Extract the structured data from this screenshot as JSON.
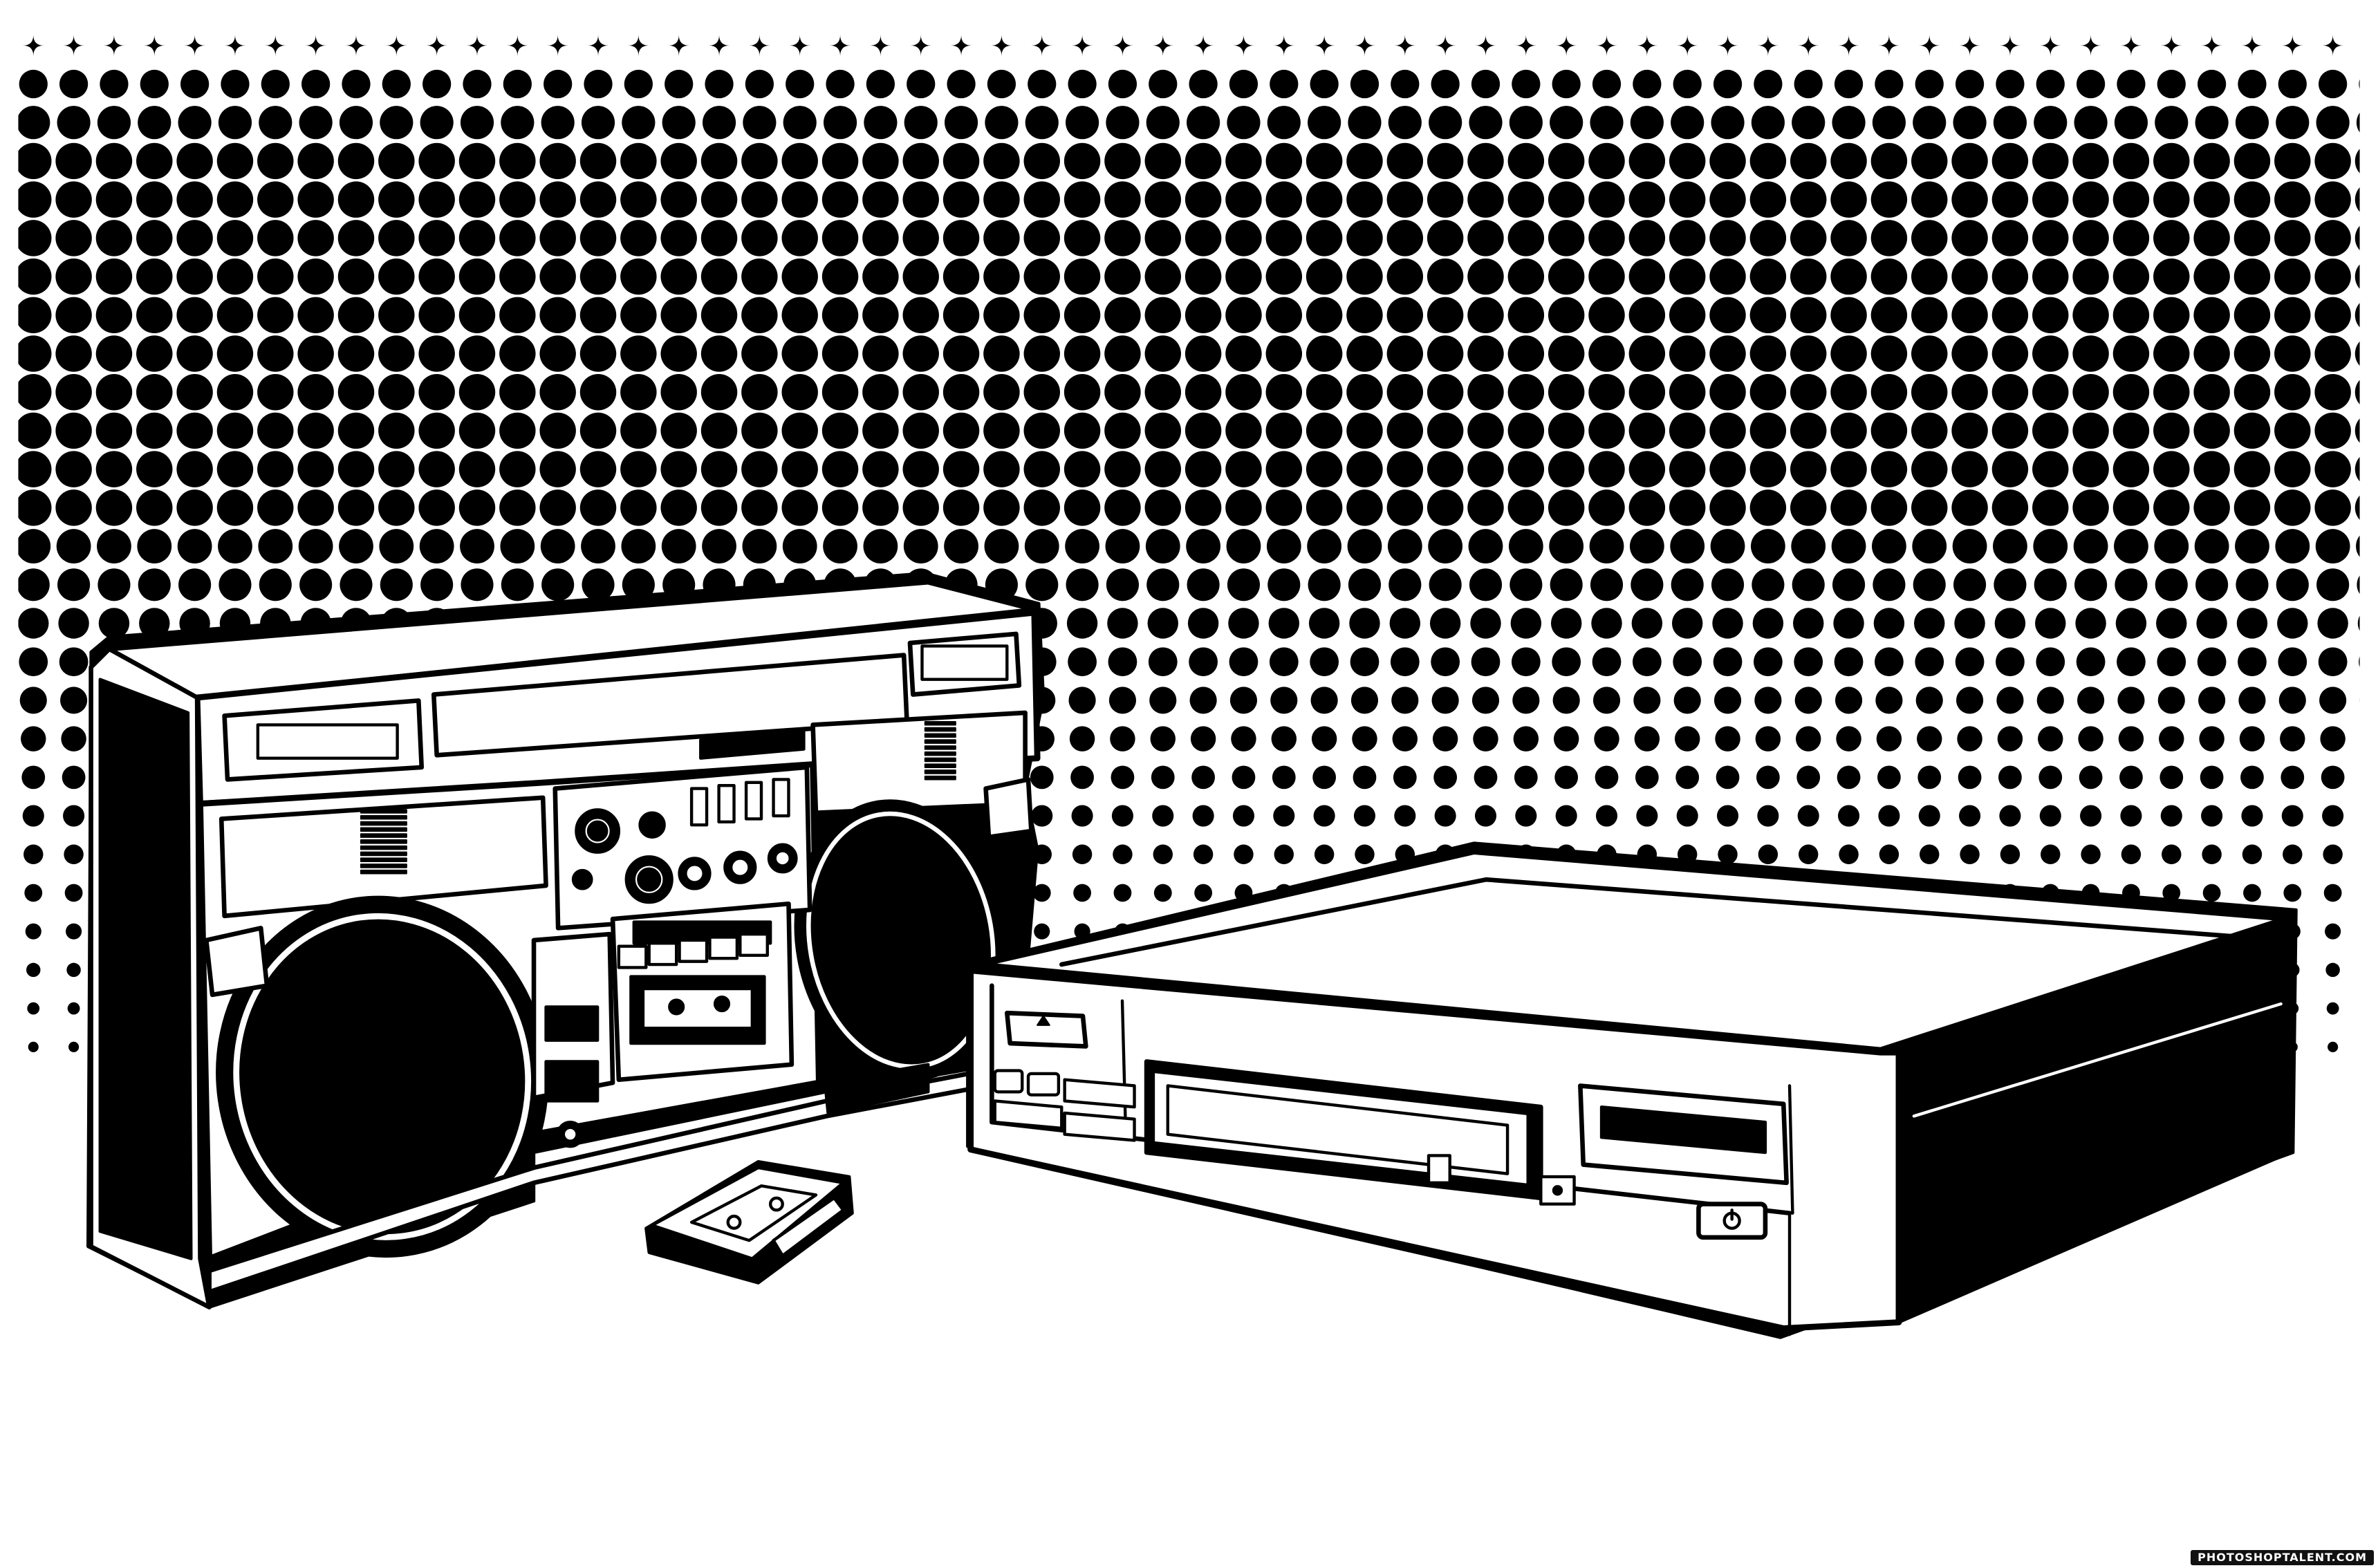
{
  "scene": {
    "subject": "retro-audio-video-illustration",
    "style": "black-and-white vector with halftone dot background",
    "colors": {
      "ink": "#000000",
      "paper": "#ffffff"
    },
    "objects": [
      "boombox",
      "cassette-tape",
      "vcr"
    ]
  },
  "watermark": {
    "text": "PHOTOSHOPTALENT.COM"
  }
}
